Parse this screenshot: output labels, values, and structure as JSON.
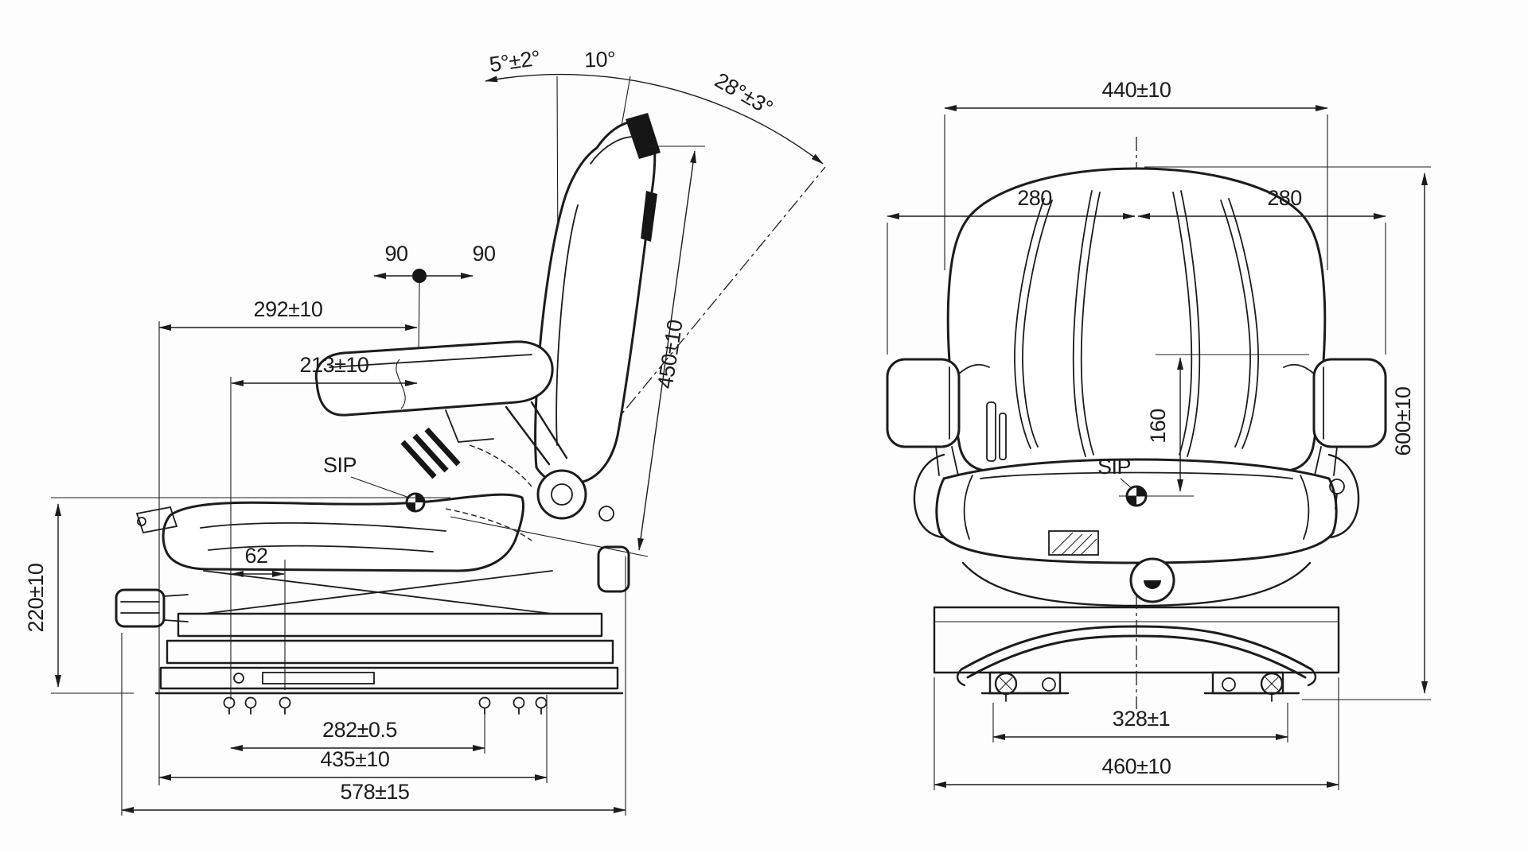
{
  "side_view": {
    "angle_forward": "5°±2°",
    "angle_nominal": "10°",
    "angle_recline": "28°±3°",
    "travel_left": "90",
    "travel_right": "90",
    "dim_back_to_reference": "292±10",
    "dim_front_to_reference": "213±10",
    "dim_backrest_height": "450±10",
    "sip_label": "SIP",
    "dim_slot_offset": "62",
    "dim_sip_height": "220±10",
    "dim_hole_spacing": "282±0.5",
    "dim_rail_length": "435±10",
    "dim_overall_depth": "578±15"
  },
  "front_view": {
    "dim_backrest_width": "440±10",
    "dim_center_to_left": "280",
    "dim_center_to_right": "280",
    "dim_lumbar_height": "160",
    "dim_overall_height": "600±10",
    "sip_label": "SIP",
    "dim_rail_spacing": "328±1",
    "dim_base_width": "460±10"
  }
}
